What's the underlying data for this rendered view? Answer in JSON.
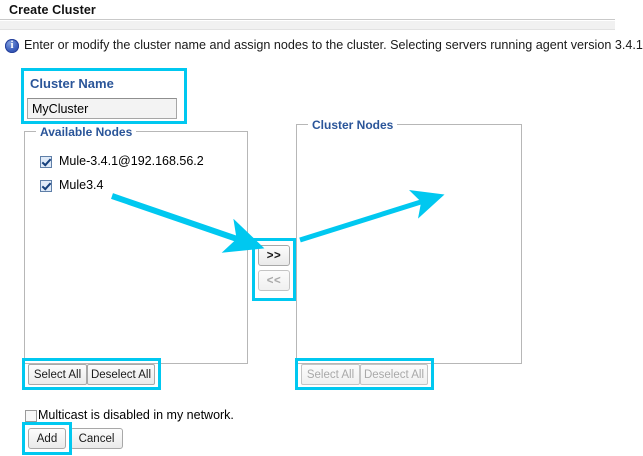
{
  "dialog": {
    "title": "Create Cluster",
    "info_icon": "info-icon",
    "info_text": "Enter or modify the cluster name and assign nodes to the cluster. Selecting servers running agent version 3.4.1"
  },
  "cluster_name": {
    "label": "Cluster Name",
    "value": "MyCluster",
    "placeholder": ""
  },
  "available_nodes": {
    "legend": "Available Nodes",
    "nodes": [
      {
        "label": "Mule-3.4.1@192.168.56.2",
        "checked": true
      },
      {
        "label": "Mule3.4",
        "checked": true
      }
    ],
    "select_all_label": "Select All",
    "deselect_all_label": "Deselect All",
    "buttons_enabled": true
  },
  "cluster_nodes": {
    "legend": "Cluster Nodes",
    "nodes": [],
    "select_all_label": "Select All",
    "deselect_all_label": "Deselect All",
    "buttons_enabled": false
  },
  "transfer": {
    "move_right_label": ">>",
    "move_left_label": "<<",
    "move_right_enabled": true,
    "move_left_enabled": false
  },
  "multicast": {
    "label": "Multicast is disabled in my network.",
    "checked": false
  },
  "footer": {
    "add_label": "Add",
    "cancel_label": "Cancel"
  },
  "annotations": {
    "highlight_color": "#00c8f0",
    "arrow_color": "#00c8f0",
    "highlight_count": 5,
    "arrow_count": 2
  },
  "colors": {
    "legend_blue": "#2a5599",
    "highlight_cyan": "#00c8f0",
    "info_blue": "#3c5fbd",
    "panel_border": "#b7b7b7",
    "disabled_text": "#a9a9a9"
  }
}
